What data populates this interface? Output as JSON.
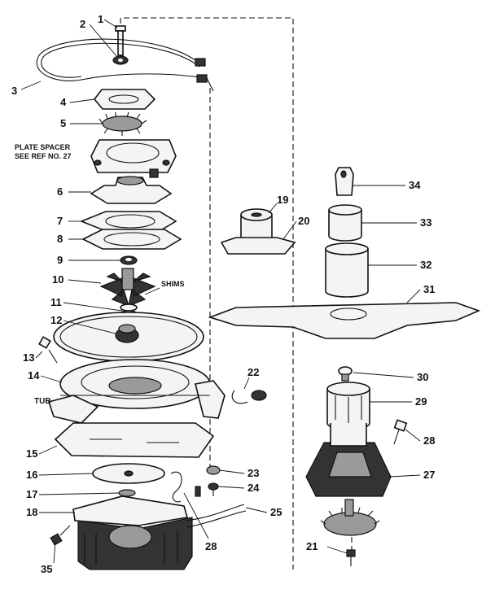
{
  "diagram": {
    "labels": [
      {
        "id": "p1",
        "text": "1"
      },
      {
        "id": "p2",
        "text": "2"
      },
      {
        "id": "p3",
        "text": "3"
      },
      {
        "id": "p4",
        "text": "4"
      },
      {
        "id": "p5",
        "text": "5"
      },
      {
        "id": "p6",
        "text": "6"
      },
      {
        "id": "p7",
        "text": "7"
      },
      {
        "id": "p8",
        "text": "8"
      },
      {
        "id": "p9",
        "text": "9"
      },
      {
        "id": "p10",
        "text": "10"
      },
      {
        "id": "p11",
        "text": "11"
      },
      {
        "id": "p12",
        "text": "12"
      },
      {
        "id": "p13",
        "text": "13"
      },
      {
        "id": "p14",
        "text": "14"
      },
      {
        "id": "p15",
        "text": "15"
      },
      {
        "id": "p16",
        "text": "16"
      },
      {
        "id": "p17",
        "text": "17"
      },
      {
        "id": "p18",
        "text": "18"
      },
      {
        "id": "p19",
        "text": "19"
      },
      {
        "id": "p20",
        "text": "20"
      },
      {
        "id": "p21",
        "text": "21"
      },
      {
        "id": "p22",
        "text": "22"
      },
      {
        "id": "p23",
        "text": "23"
      },
      {
        "id": "p24",
        "text": "24"
      },
      {
        "id": "p25",
        "text": "25"
      },
      {
        "id": "p26",
        "text": "28"
      },
      {
        "id": "p27",
        "text": "27"
      },
      {
        "id": "p28",
        "text": "28"
      },
      {
        "id": "p29",
        "text": "29"
      },
      {
        "id": "p30",
        "text": "30"
      },
      {
        "id": "p31",
        "text": "31"
      },
      {
        "id": "p32",
        "text": "32"
      },
      {
        "id": "p33",
        "text": "33"
      },
      {
        "id": "p34",
        "text": "34"
      },
      {
        "id": "p35",
        "text": "35"
      }
    ],
    "notes": {
      "plate_spacer_line1": "PLATE SPACER",
      "plate_spacer_line2": "SEE REF NO. 27",
      "shims": "SHIMS",
      "tub": "TUB"
    }
  }
}
